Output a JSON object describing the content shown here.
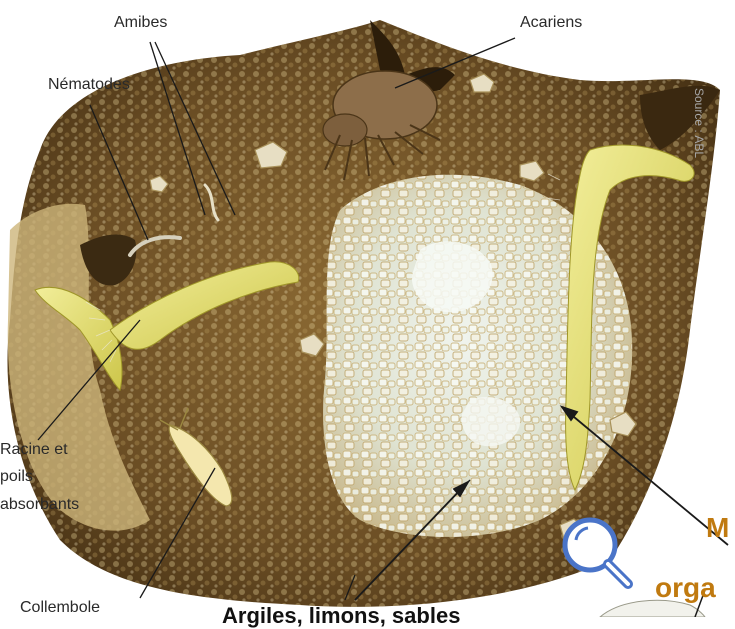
{
  "labels": {
    "amibes": "Amibes",
    "acariens": "Acariens",
    "nematodes": "Nématodes",
    "racine_line1": "Racine et",
    "racine_line2": "poils",
    "racine_line3": "absorbants",
    "collembole": "Collembole",
    "source": "Source : ABL",
    "right_heading_line1": "M",
    "right_heading_line2": "orga",
    "bottom_heading": "Argiles, limons, sables"
  },
  "icons": {
    "magnifier": "magnifier-icon"
  },
  "colors": {
    "soil_dark": "#5c4320",
    "soil_mid": "#8a6a33",
    "soil_light": "#c4a264",
    "root_yellow": "#e8e06f",
    "mineral_pale": "#e7eee6",
    "accent_orange": "#c07a10",
    "magnifier_blue": "#4a74c8"
  }
}
